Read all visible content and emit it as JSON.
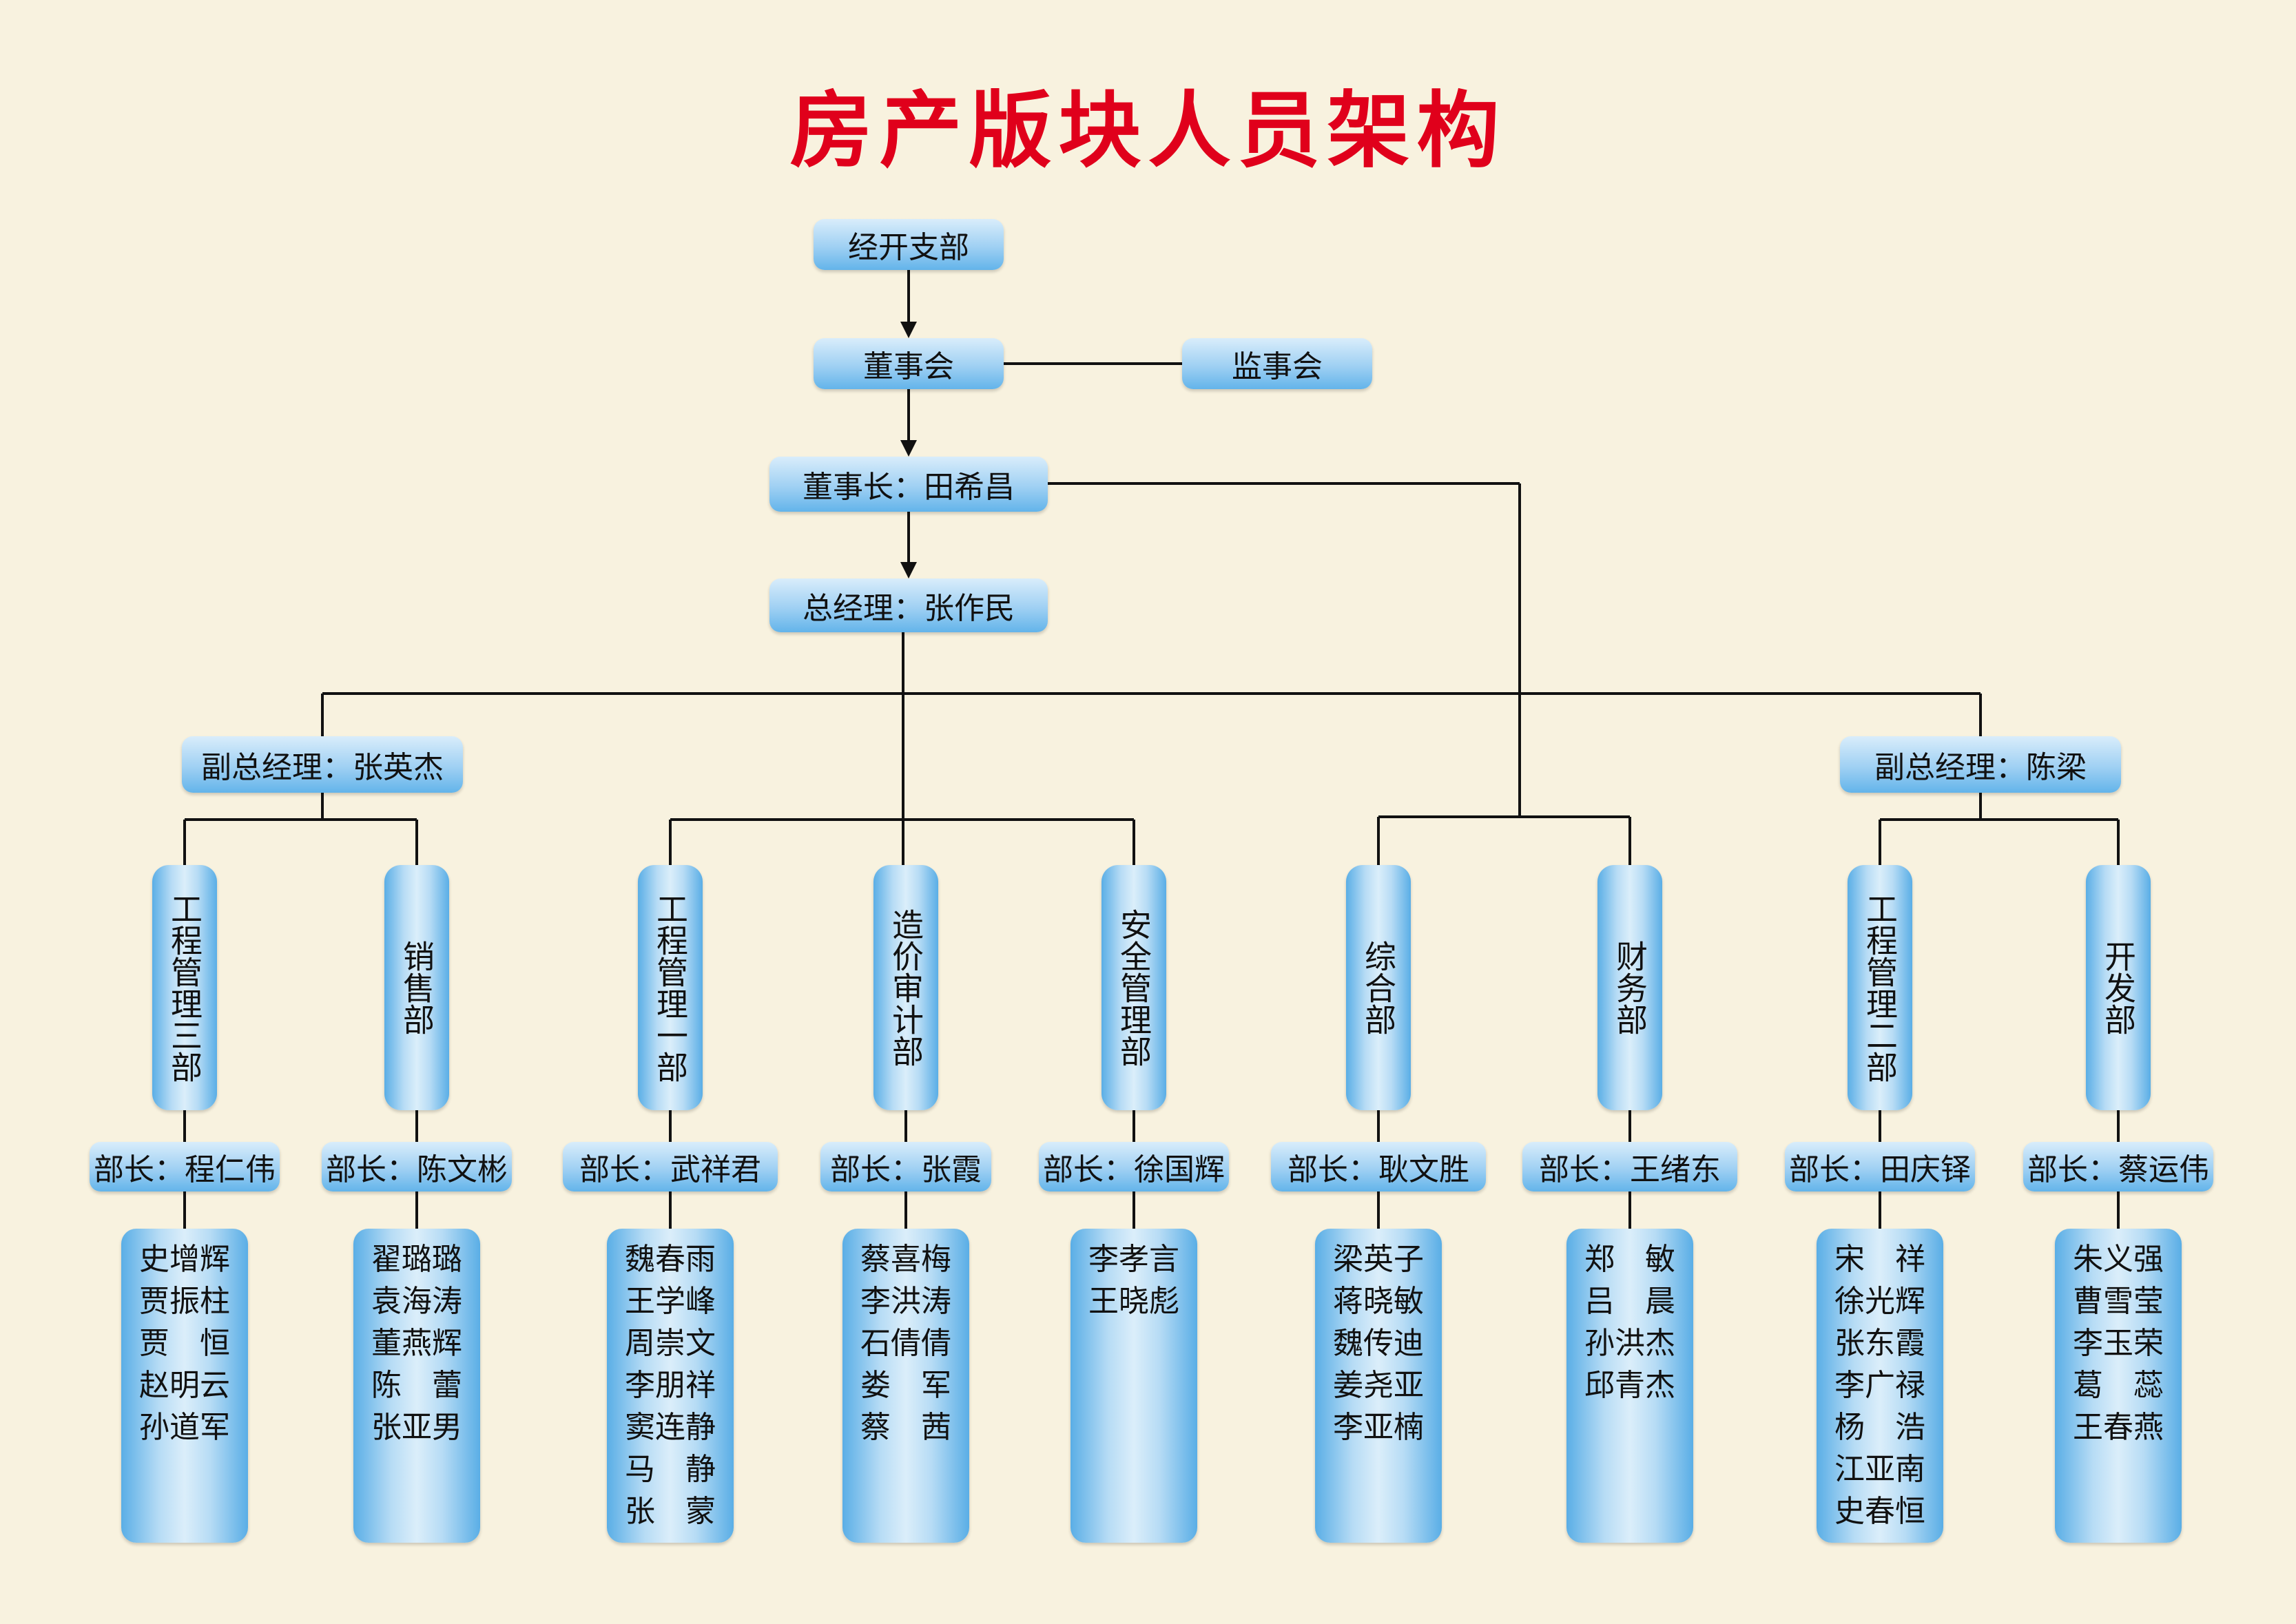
{
  "title": "房产版块人员架构",
  "top": {
    "branch": "经开支部",
    "board": "董事会",
    "supervisory": "监事会",
    "chairman": "董事长：田希昌",
    "gm": "总经理：张作民"
  },
  "deputies": [
    "副总经理：张英杰",
    "副总经理：陈梁"
  ],
  "departments": [
    {
      "name": "工程管理三部",
      "head": "部长：程仁伟",
      "members": [
        "史增辉",
        "贾振柱",
        "贾　恒",
        "赵明云",
        "孙道军"
      ]
    },
    {
      "name": "销售部",
      "head": "部长：陈文彬",
      "members": [
        "翟璐璐",
        "袁海涛",
        "董燕辉",
        "陈　蕾",
        "张亚男"
      ]
    },
    {
      "name": "工程管理一部",
      "head": "部长：武祥君",
      "members": [
        "魏春雨",
        "王学峰",
        "周崇文",
        "李朋祥",
        "窦连静",
        "马　静",
        "张　蒙"
      ]
    },
    {
      "name": "造价审计部",
      "head": "部长：张霞",
      "members": [
        "蔡喜梅",
        "李洪涛",
        "石倩倩",
        "娄　军",
        "蔡　茜"
      ]
    },
    {
      "name": "安全管理部",
      "head": "部长：徐国辉",
      "members": [
        "李孝言",
        "王晓彪"
      ]
    },
    {
      "name": "综合部",
      "head": "部长：耿文胜",
      "members": [
        "梁英子",
        "蒋晓敏",
        "魏传迪",
        "姜尧亚",
        "李亚楠"
      ]
    },
    {
      "name": "财务部",
      "head": "部长：王绪东",
      "members": [
        "郑　敏",
        "吕　晨",
        "孙洪杰",
        "邱青杰"
      ]
    },
    {
      "name": "工程管理二部",
      "head": "部长：田庆铎",
      "members": [
        "宋　祥",
        "徐光辉",
        "张东霞",
        "李广禄",
        "杨　浩",
        "江亚南",
        "史春恒"
      ]
    },
    {
      "name": "开发部",
      "head": "部长：蔡运伟",
      "members": [
        "朱义强",
        "曹雪莹",
        "李玉荣",
        "葛　蕊",
        "王春燕"
      ]
    }
  ]
}
